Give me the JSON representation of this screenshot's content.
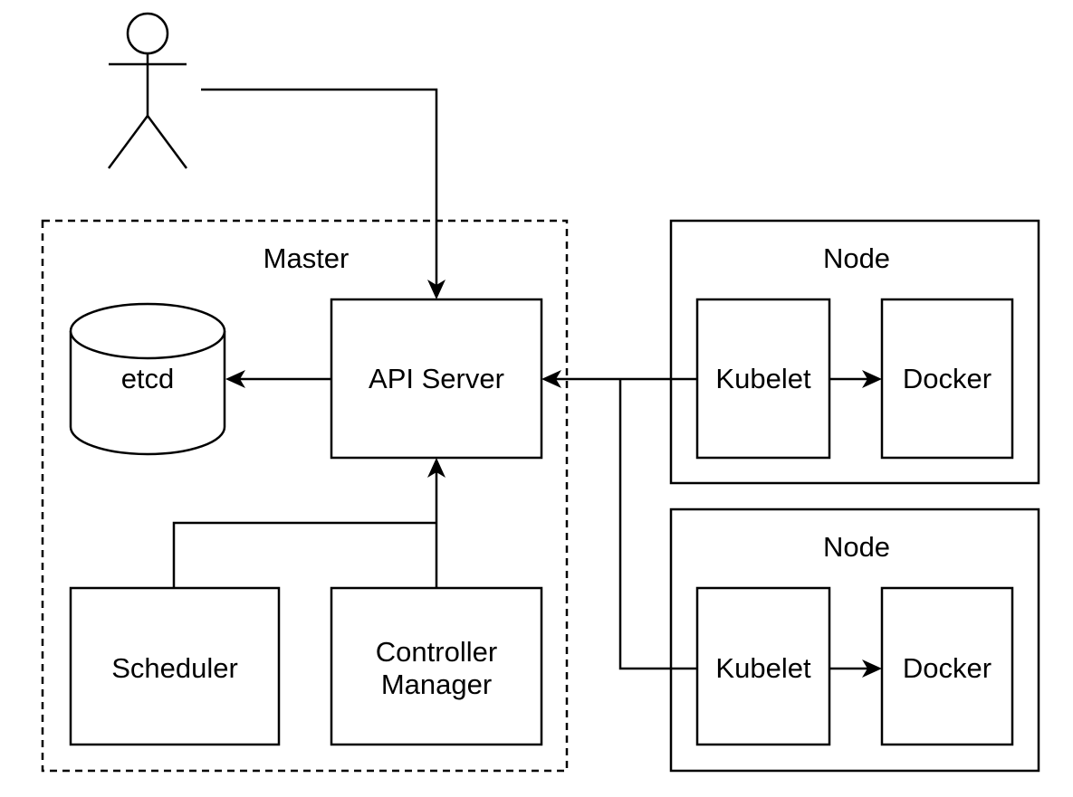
{
  "diagram": {
    "master": {
      "label": "Master"
    },
    "components": {
      "etcd": "etcd",
      "api_server": "API Server",
      "scheduler": "Scheduler",
      "controller_manager_line1": "Controller",
      "controller_manager_line2": "Manager"
    },
    "nodes": [
      {
        "label": "Node",
        "kubelet": "Kubelet",
        "docker": "Docker"
      },
      {
        "label": "Node",
        "kubelet": "Kubelet",
        "docker": "Docker"
      }
    ]
  }
}
